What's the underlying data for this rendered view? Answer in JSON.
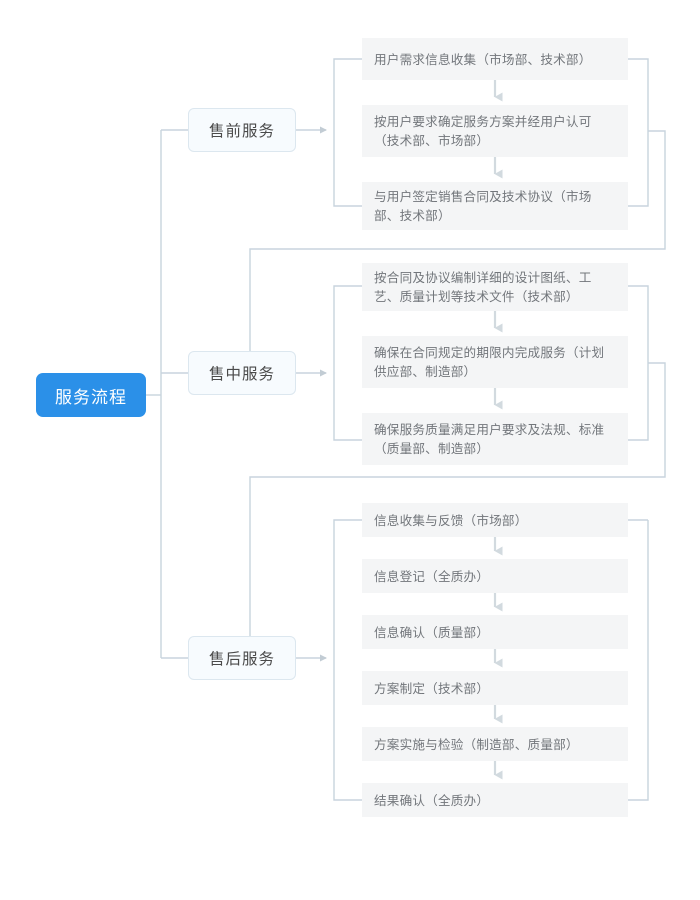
{
  "diagram": {
    "title": "服务流程",
    "root": {
      "label": "服务流程",
      "color": "#2b90e8"
    },
    "branches": [
      {
        "label": "售前服务",
        "steps": [
          {
            "label": "用户需求信息收集（市场部、技术部）"
          },
          {
            "label": "按用户要求确定服务方案并经用户认可（技术部、市场部）"
          },
          {
            "label": "与用户签定销售合同及技术协议（市场部、技术部）"
          }
        ]
      },
      {
        "label": "售中服务",
        "steps": [
          {
            "label": "按合同及协议编制详细的设计图纸、工艺、质量计划等技术文件（技术部）"
          },
          {
            "label": "确保在合同规定的期限内完成服务（计划供应部、制造部）"
          },
          {
            "label": "确保服务质量满足用户要求及法规、标准（质量部、制造部）"
          }
        ]
      },
      {
        "label": "售后服务",
        "steps": [
          {
            "label": "信息收集与反馈（市场部）"
          },
          {
            "label": "信息登记（全质办）"
          },
          {
            "label": "信息确认（质量部）"
          },
          {
            "label": "方案制定（技术部）"
          },
          {
            "label": "方案实施与检验（制造部、质量部）"
          },
          {
            "label": "结果确认（全质办）"
          }
        ]
      }
    ],
    "colors": {
      "root_fill": "#2b90e8",
      "root_text": "#ffffff",
      "branch_fill": "#f7fbfe",
      "branch_border": "#dce7ef",
      "branch_text": "#4a4a4a",
      "leaf_fill": "#f4f5f6",
      "leaf_text": "#72767b",
      "connector": "#c8d4dd",
      "arrow": "#ccd6de"
    }
  }
}
